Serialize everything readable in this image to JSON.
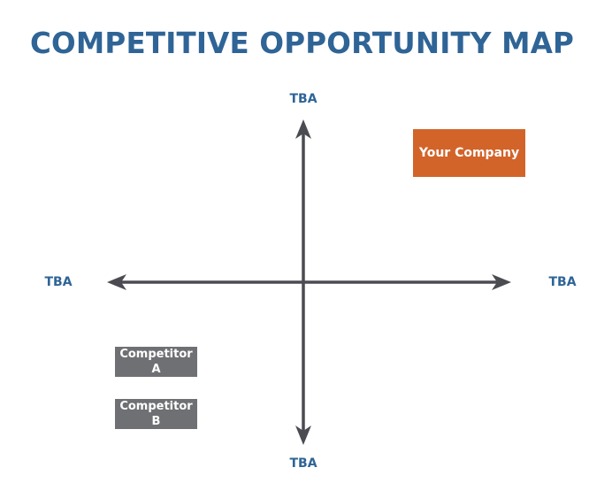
{
  "title": "COMPETITIVE OPPORTUNITY MAP",
  "axes": {
    "top_label": "TBA",
    "bottom_label": "TBA",
    "left_label": "TBA",
    "right_label": "TBA"
  },
  "items": {
    "your_company": "Your Company",
    "competitor_a": "Competitor A",
    "competitor_b": "Competitor B"
  },
  "colors": {
    "title": "#2f6496",
    "axis": "#4b4c52",
    "your_company": "#d2642a",
    "competitor": "#6f7073"
  }
}
